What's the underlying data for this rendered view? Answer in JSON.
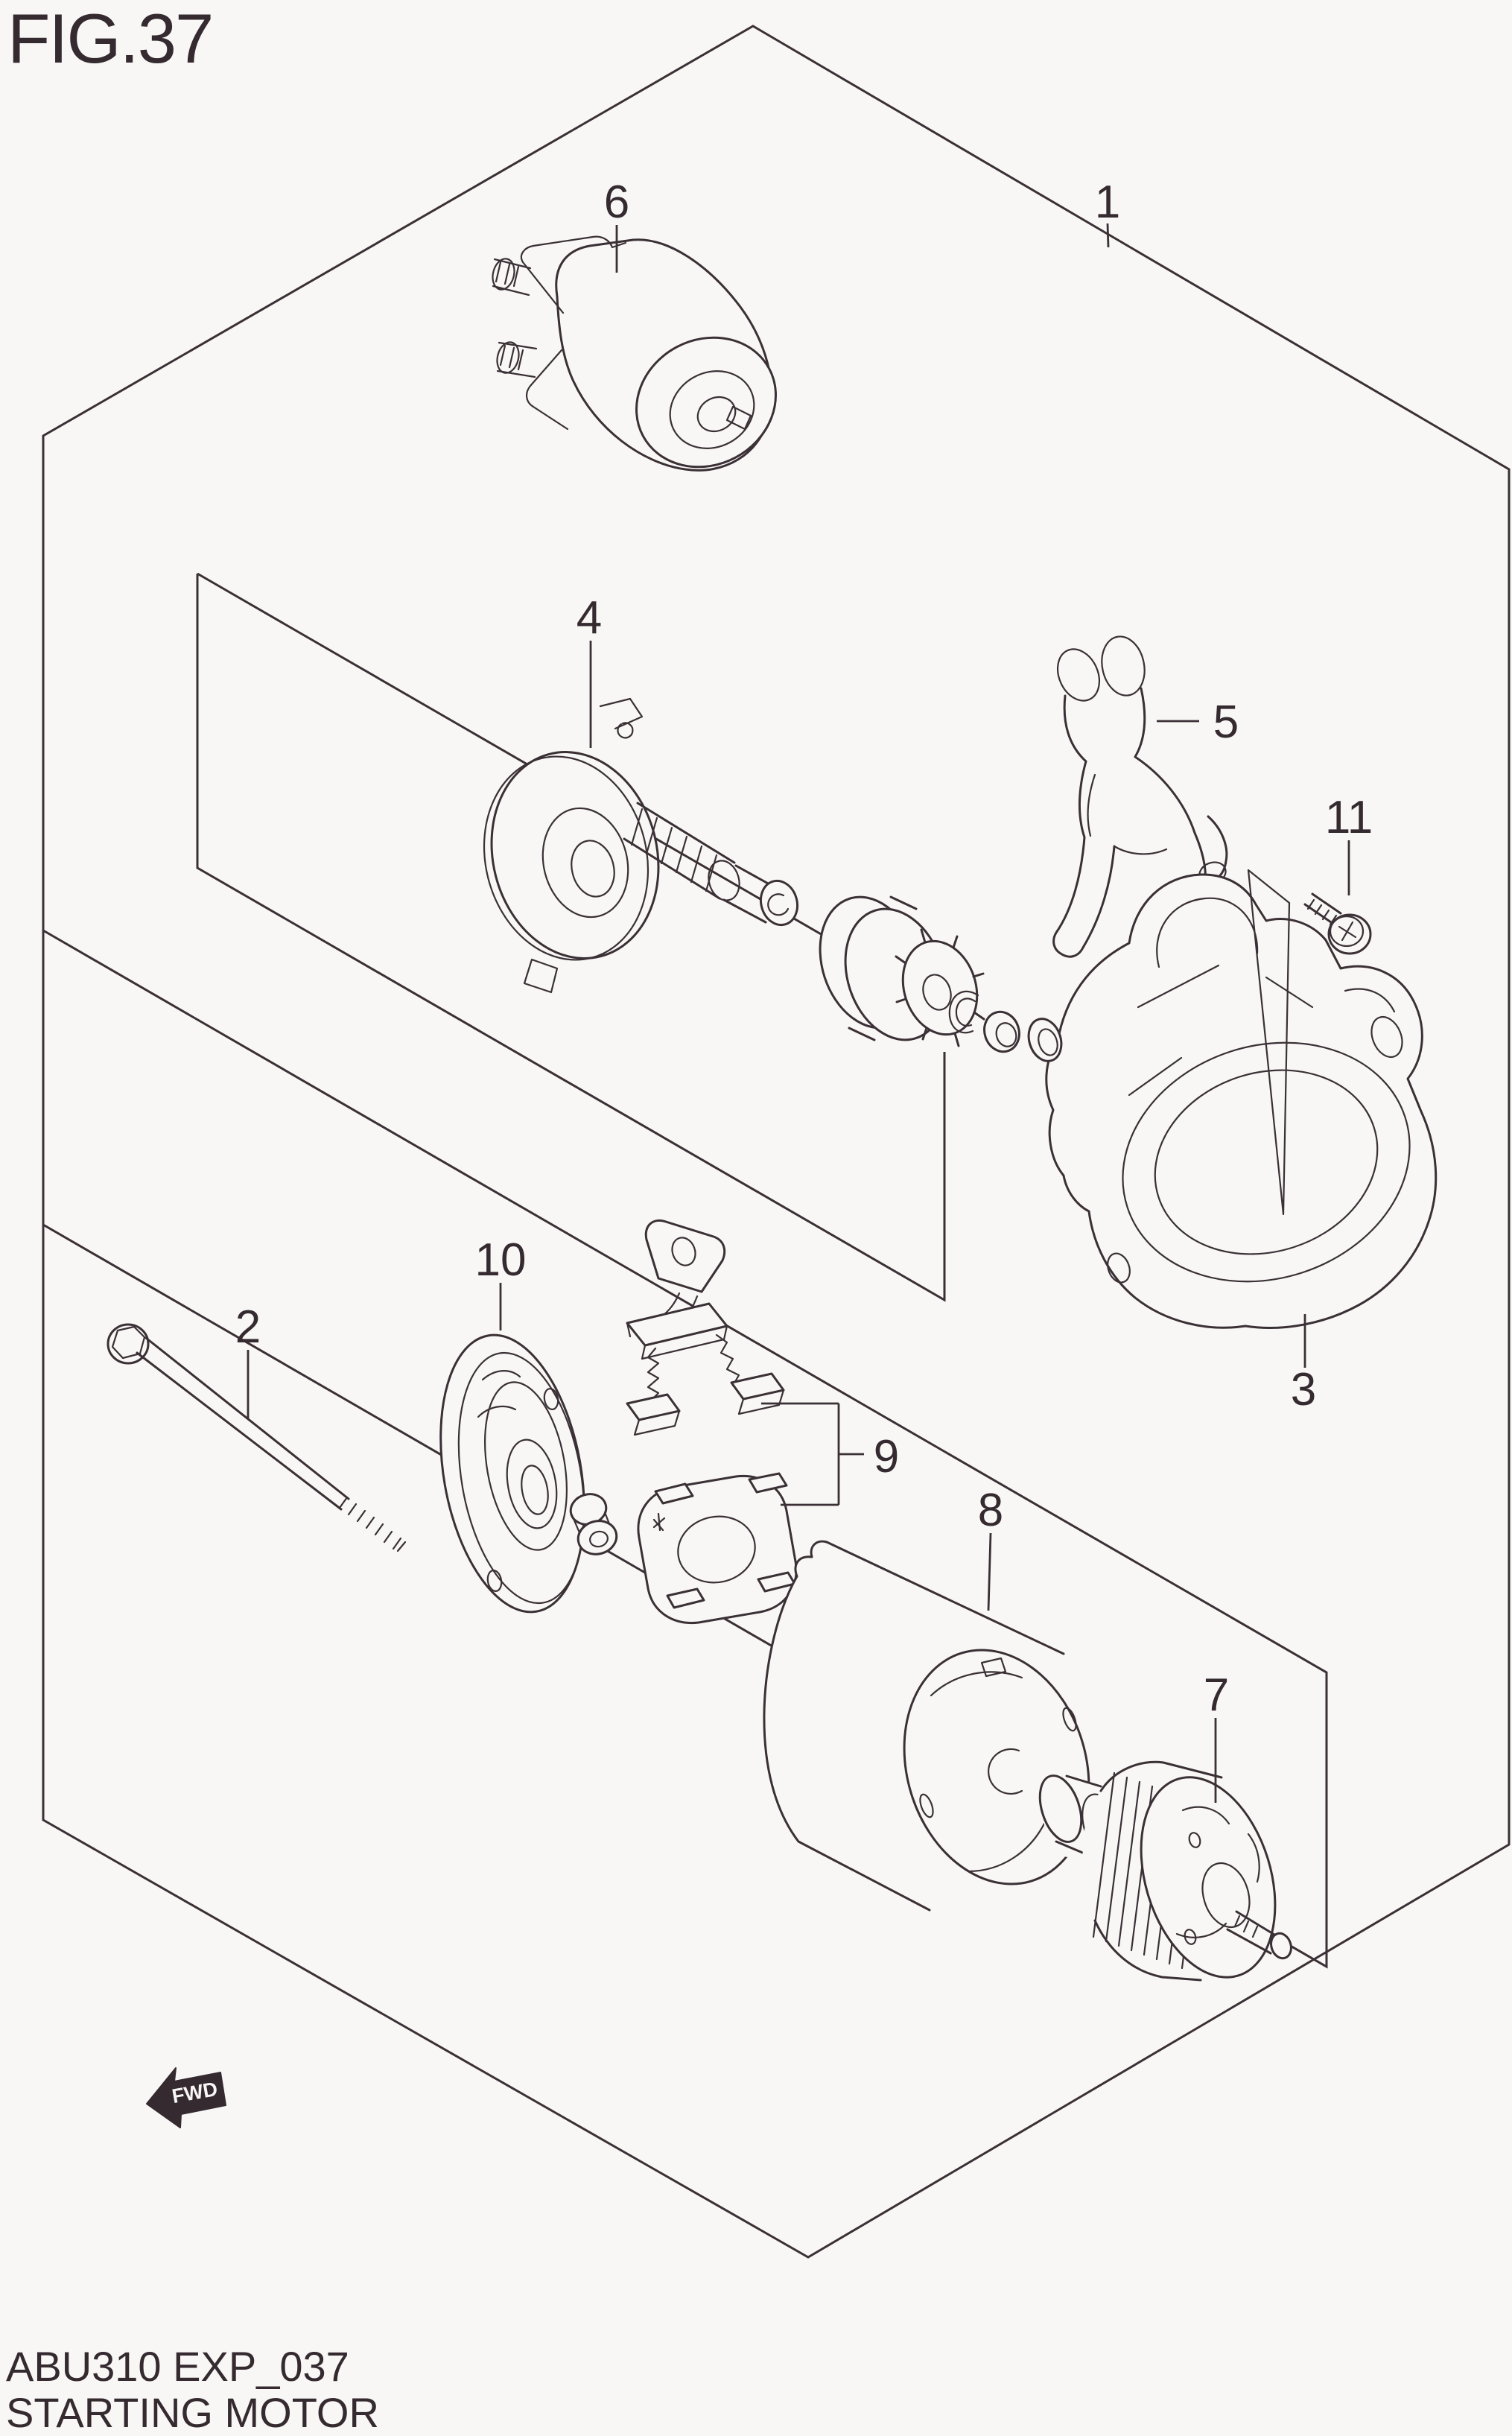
{
  "page": {
    "figure_title": "FIG.37",
    "footer": {
      "code_line": "ABU310 EXP_037",
      "title_line": "STARTING MOTOR"
    },
    "fwd_marker": "FWD",
    "colors": {
      "background": "#f8f7f5",
      "line": "#3a3036",
      "text": "#342a30"
    }
  },
  "diagram": {
    "type": "exploded-parts-diagram",
    "callouts": [
      {
        "number": "1"
      },
      {
        "number": "2"
      },
      {
        "number": "3"
      },
      {
        "number": "4"
      },
      {
        "number": "5"
      },
      {
        "number": "6"
      },
      {
        "number": "7"
      },
      {
        "number": "8"
      },
      {
        "number": "9"
      },
      {
        "number": "10"
      },
      {
        "number": "11"
      }
    ]
  }
}
